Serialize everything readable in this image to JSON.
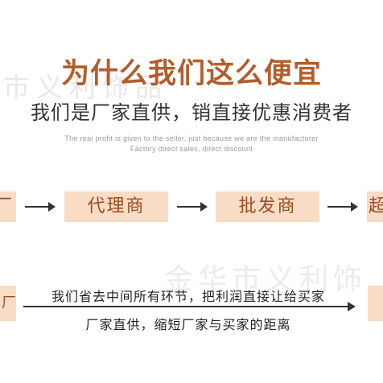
{
  "watermark": {
    "top": "市义利饰品",
    "bottom": "金华市义利饰"
  },
  "headline": "为什么我们这么便宜",
  "subheadline": "我们是厂家直供，销直接优惠消费者",
  "english": {
    "line1": "The real profit is given to the seller, just because we are the manufacturer",
    "line2": "Factory direct sales, direct discount"
  },
  "flow": {
    "left_partial": "厂",
    "agent": "代理商",
    "wholesaler": "批发商",
    "right_partial": "超"
  },
  "bottom_flow": {
    "left_partial": "厂",
    "right_partial": "",
    "line1": "我们省去中间所有环节，把利润直接让给买家",
    "line2": "厂家直供，缩短厂家与买家的距离"
  },
  "colors": {
    "headline": "#b35d2c",
    "box_bg": "#f8dcc6",
    "box_text": "#9a4d20"
  }
}
